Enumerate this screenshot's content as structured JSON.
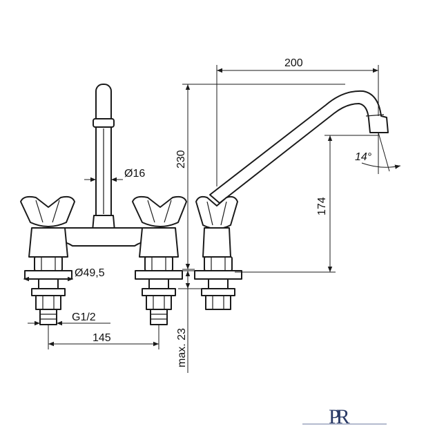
{
  "dimensions": {
    "spout_reach": "200",
    "overall_height": "230",
    "spout_outlet_height": "174",
    "spout_angle": "14°",
    "riser_diameter": "Ø16",
    "flange_diameter": "Ø49,5",
    "thread": "G1/2",
    "center_distance": "145",
    "max_deck_thickness": "max. 23"
  },
  "logo": {
    "text": "PR",
    "color": "#2a3a66"
  },
  "colors": {
    "line": "#1a1a1a",
    "background": "#ffffff"
  }
}
